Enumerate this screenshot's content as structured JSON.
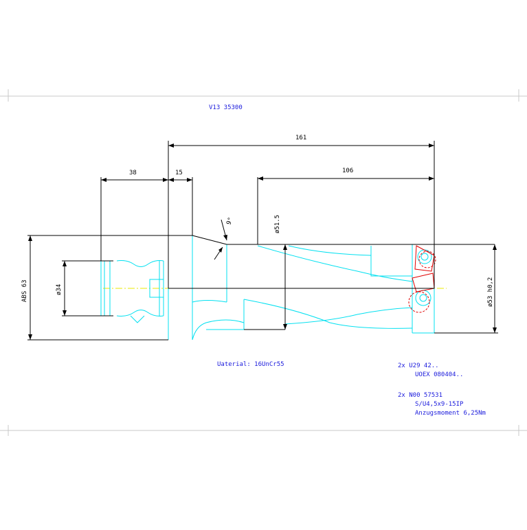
{
  "drawing": {
    "part_number": "V13 35300",
    "material": "Uaterial: 16UnCr55",
    "note1_line1": "2x  U29 42..",
    "note1_line2": "UOEX 080404..",
    "note2_line1": "2x  N00 57531",
    "note2_line2": "S/U4,5x9-15IP",
    "note2_line3": "Anzugsmoment 6,25Nm"
  },
  "dimensions": {
    "total_length": "161",
    "length_106": "106",
    "length_38": "38",
    "length_15": "15",
    "angle": "9°",
    "dia_51_5": "ø51.5",
    "dia_34": "ø34",
    "abs_63": "ABS 63",
    "dia_53": "ø53 h0,2"
  },
  "colors": {
    "frame": "#c8c8c8",
    "outline": "#000000",
    "body": "#00e0f0",
    "insert": "#e00000",
    "centerline": "#e8e800",
    "text": "#1a1adc"
  }
}
